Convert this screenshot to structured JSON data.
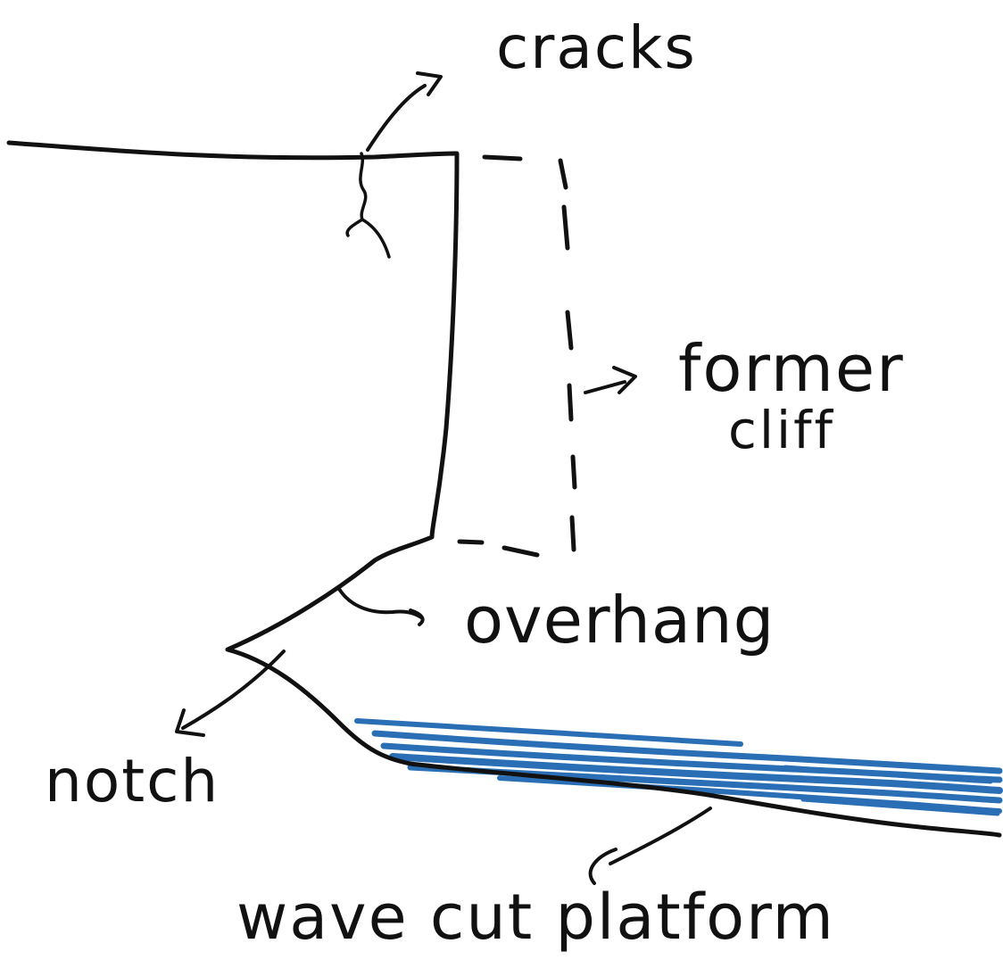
{
  "labels": {
    "cracks": "cracks",
    "former_cliff_line1": "former",
    "former_cliff_line2": "cliff",
    "overhang": "overhang",
    "notch": "notch",
    "wave_cut_platform": "wave cut platform"
  },
  "colors": {
    "ink": "#111111",
    "water": "#2a6fb5",
    "background": "#ffffff"
  }
}
